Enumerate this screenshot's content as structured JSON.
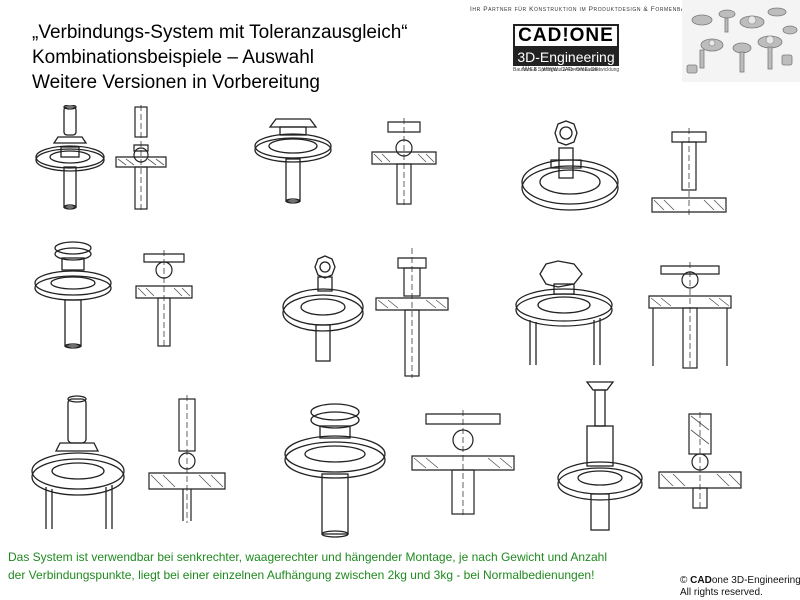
{
  "title_lines": [
    "„Verbindungs-System mit Toleranzausgleich“",
    "Kombinationsbeispiele – Auswahl",
    "Weitere Versionen in Vorbereitung"
  ],
  "header": {
    "tagline": "Ihr Partner für Konstruktion im Produktdesign & Formenbau",
    "logo_top": "CAD!ONE",
    "logo_bottom": "3D-Engineering",
    "logo_sub": "Bauform & Spritzguss & Formenbauentwicklung",
    "web": "Web: www.cad-one.de"
  },
  "notice_lines": [
    "Das System ist verwendbar bei senkrechter, waagerechter und hängender Montage, je nach Gewicht und Anzahl",
    "der Verbindungspunkte, liegt bei einer einzelnen Aufhängung zwischen 2kg und 3kg - bei Normalbedienungen!"
  ],
  "copyright": {
    "brand": "CAD",
    "line1_rest": "one 3D-Engineering.",
    "line2": "All rights reserved."
  },
  "icons": {
    "photo": "connector-parts-photo-icon",
    "drawings": "technical-drawing-icon"
  },
  "colors": {
    "notice_text": "#1f8a1f",
    "drawing_line": "#222222",
    "hatch": "#555555"
  }
}
